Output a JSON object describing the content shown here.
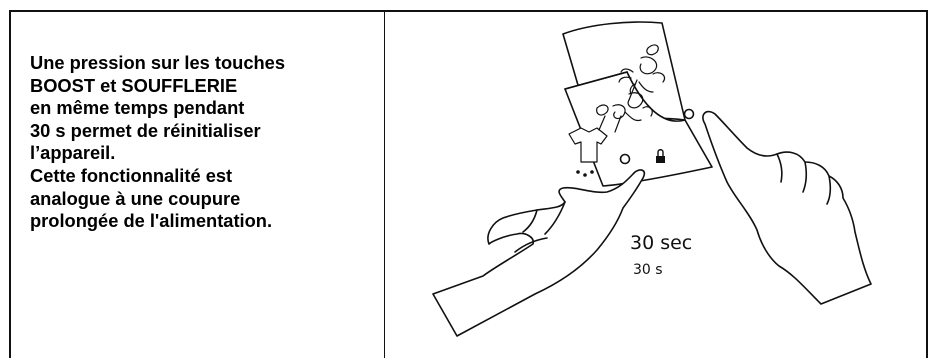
{
  "instructions": {
    "lines": [
      "Une pression sur les touches",
      "BOOST et SOUFFLERIE",
      "en même temps pendant",
      "30 s permet de réinitialiser",
      "l’appareil.",
      "Cette fonctionnalité est",
      "analogue à une coupure",
      "prolongée de l'alimentation."
    ]
  },
  "illustration": {
    "time_label": "30 sec",
    "time_sub_label": "30 s",
    "icons": [
      "garment-steam-icon",
      "steam-burst-icon",
      "steam-burst-icon",
      "lock-icon",
      "water-drops-icon"
    ]
  }
}
